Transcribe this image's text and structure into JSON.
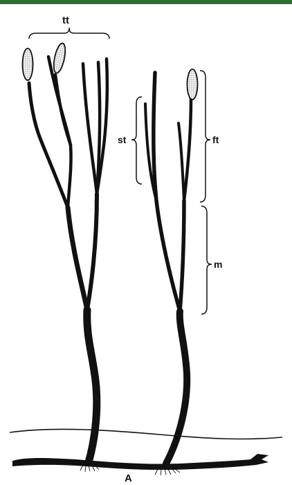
{
  "colors": {
    "top_bar": "#2f6f2f",
    "stem": "#111111",
    "sporangium_fill": "#e9e9e9",
    "background": "#ffffff"
  },
  "labels": {
    "top_terminal": "tt",
    "side_terminal": "st",
    "fertile_terminal": "ft",
    "main_axis": "m",
    "figure_letter": "A"
  }
}
